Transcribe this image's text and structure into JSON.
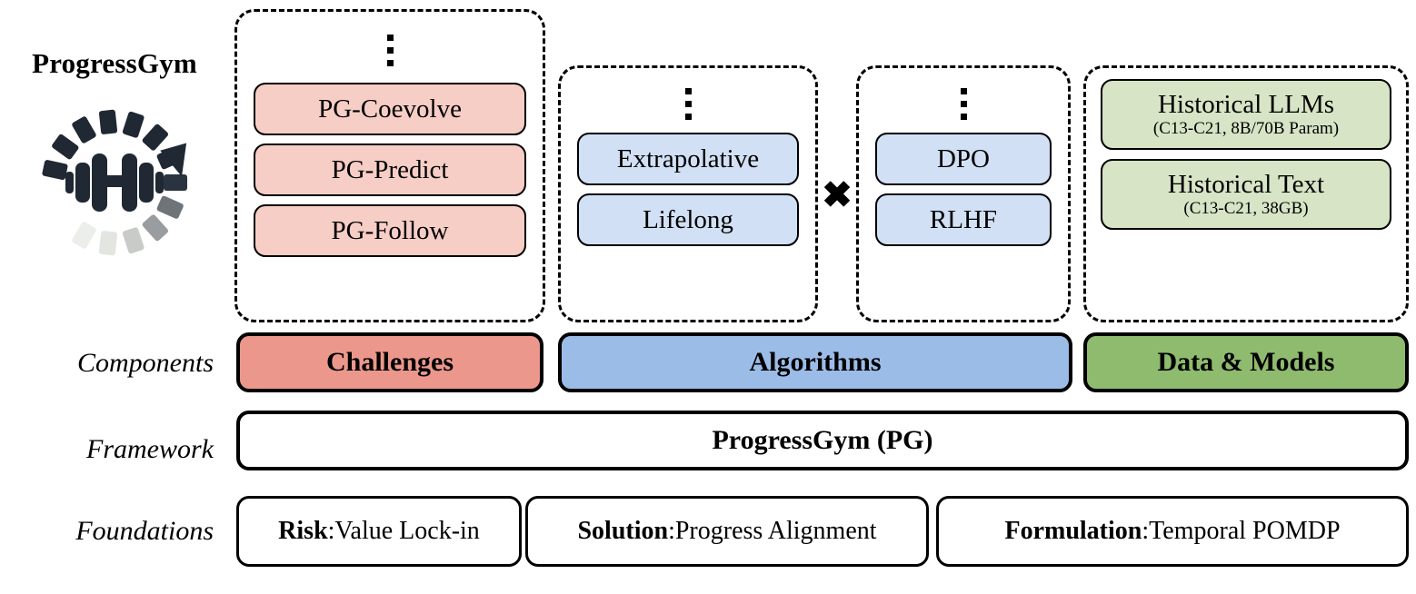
{
  "brand": {
    "title": "ProgressGym",
    "logo_icon": "circular-progress-arrow-dumbbell-logo"
  },
  "row_labels": {
    "components": "Components",
    "framework": "Framework",
    "foundations": "Foundations"
  },
  "groups": {
    "challenges": {
      "ellipsis": true,
      "items": [
        {
          "label": "PG-Coevolve",
          "sub": ""
        },
        {
          "label": "PG-Predict",
          "sub": ""
        },
        {
          "label": "PG-Follow",
          "sub": ""
        }
      ]
    },
    "algorithms": {
      "ellipsis": true,
      "items": [
        {
          "label": "Extrapolative",
          "sub": ""
        },
        {
          "label": "Lifelong",
          "sub": ""
        }
      ]
    },
    "techniques": {
      "ellipsis": true,
      "items": [
        {
          "label": "DPO",
          "sub": ""
        },
        {
          "label": "RLHF",
          "sub": ""
        }
      ]
    },
    "data": {
      "ellipsis": false,
      "items": [
        {
          "label": "Historical LLMs",
          "sub": "(C13-C21, 8B/70B Param)"
        },
        {
          "label": "Historical Text",
          "sub": "(C13-C21, 38GB)"
        }
      ]
    }
  },
  "operators": {
    "multiply": "✖"
  },
  "components_bars": {
    "challenges": "Challenges",
    "algorithms": "Algorithms",
    "data_models": "Data & Models"
  },
  "framework_bar": {
    "label": "ProgressGym (PG)"
  },
  "foundations": [
    {
      "key": "Risk",
      "sep": ": ",
      "value": "Value Lock-in"
    },
    {
      "key": "Solution",
      "sep": ": ",
      "value": "Progress Alignment"
    },
    {
      "key": "Formulation",
      "sep": ": ",
      "value": "Temporal POMDP"
    }
  ],
  "colors": {
    "challenge_light": "#F6CEC6",
    "challenge_solid": "#EC978C",
    "algorithm_light": "#D2E0F5",
    "algorithm_solid": "#9CBCE8",
    "data_light": "#D7E4C5",
    "data_solid": "#8FBB6E",
    "outline": "#000000",
    "background": "#FFFFFF"
  }
}
